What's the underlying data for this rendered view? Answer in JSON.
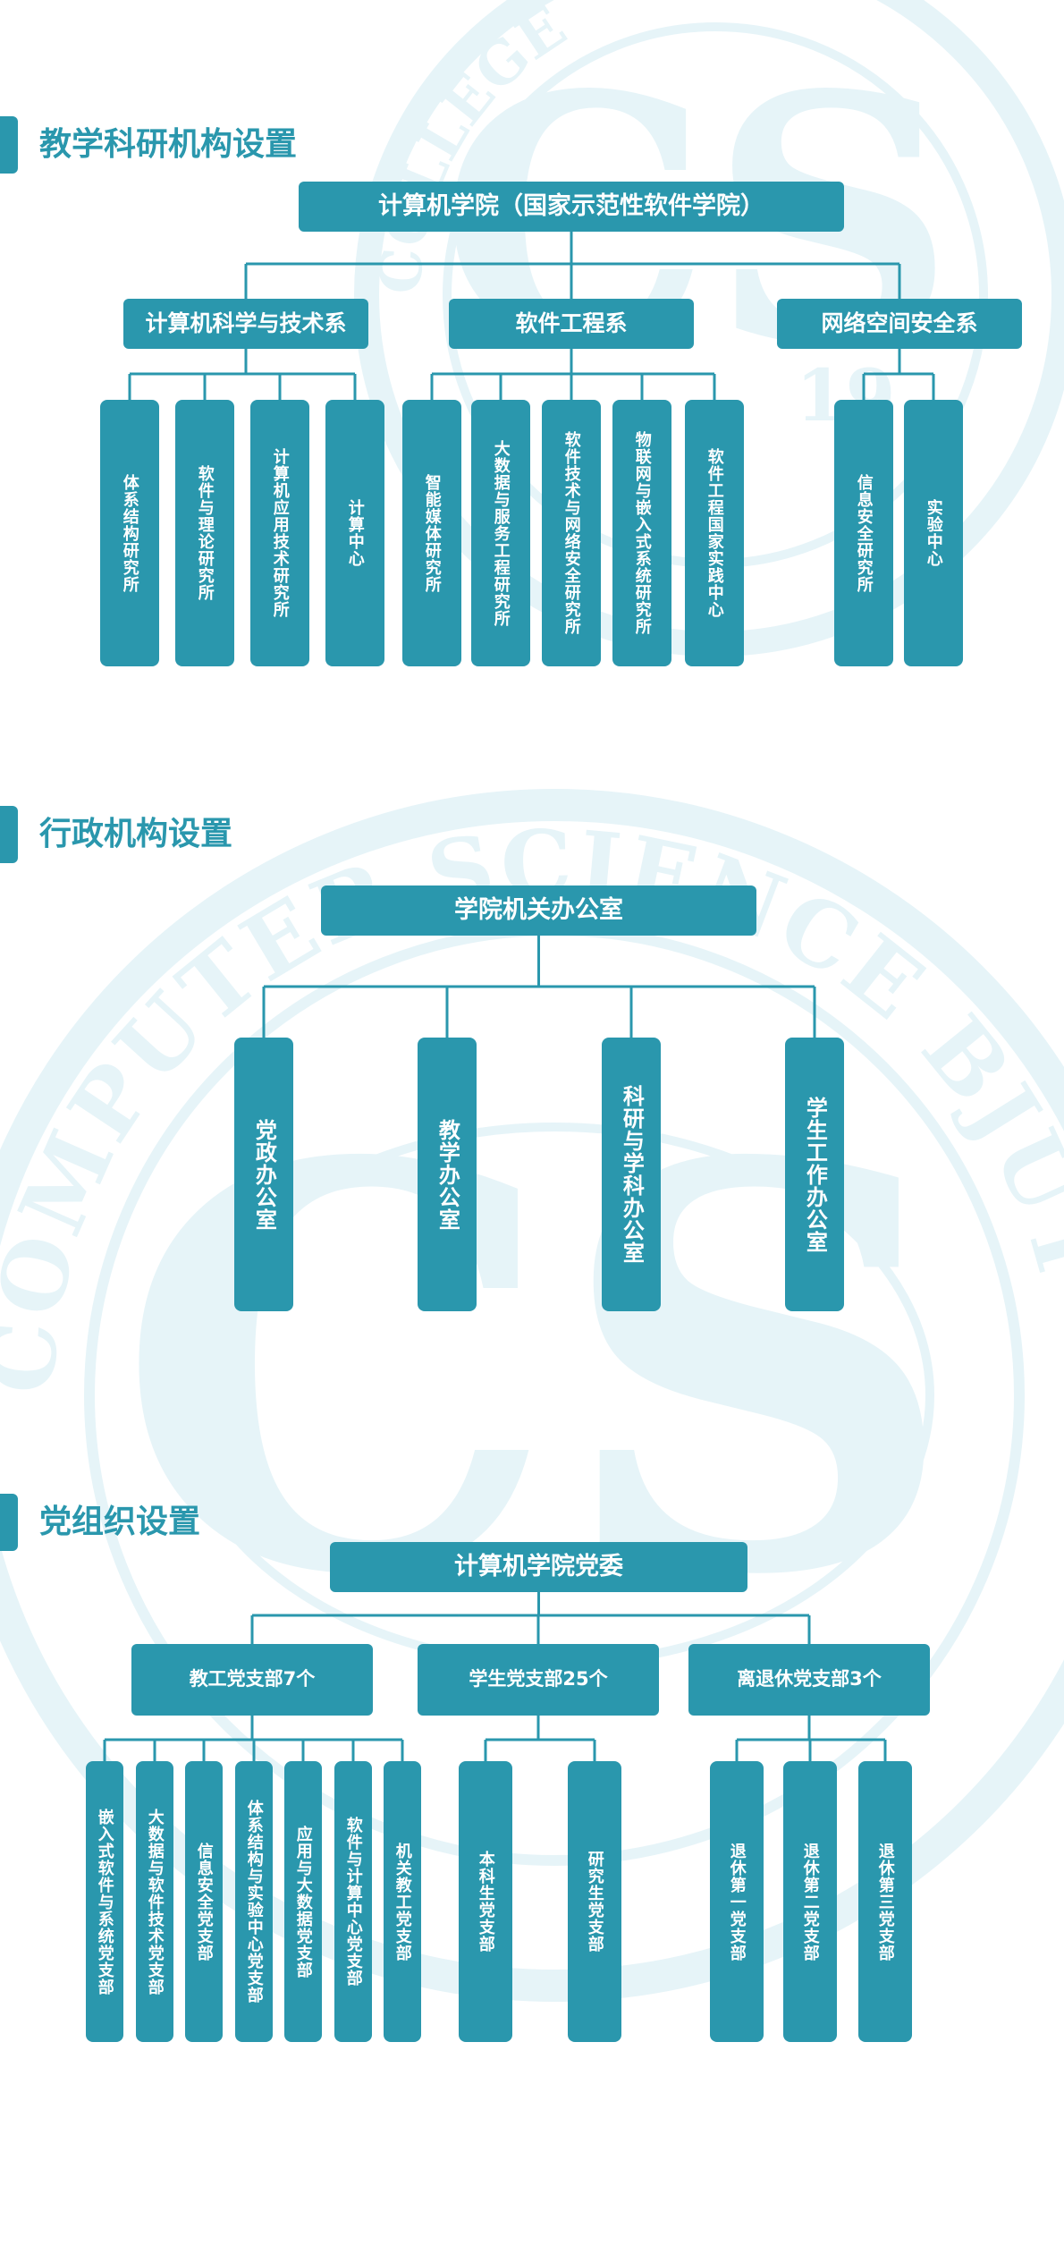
{
  "sections": {
    "teaching": {
      "title": "教学科研机构设置",
      "root": "计算机学院（国家示范性软件学院）",
      "departments": [
        {
          "name": "计算机科学与技术系",
          "units": [
            "体系结构研究所",
            "软件与理论研究所",
            "计算机应用技术研究所",
            "计算中心"
          ]
        },
        {
          "name": "软件工程系",
          "units": [
            "智能媒体研究所",
            "大数据与服务工程研究所",
            "软件技术与网络安全研究所",
            "物联网与嵌入式系统研究所",
            "软件工程国家实践中心"
          ]
        },
        {
          "name": "网络空间安全系",
          "units": [
            "信息安全研究所",
            "实验中心"
          ]
        }
      ]
    },
    "admin": {
      "title": "行政机构设置",
      "root": "学院机关办公室",
      "units": [
        "党政办公室",
        "教学办公室",
        "科研与学科办公室",
        "学生工作办公室"
      ]
    },
    "party": {
      "title": "党组织设置",
      "root": "计算机学院党委",
      "branches": [
        {
          "name": "教工党支部7个",
          "units": [
            "嵌入式软件与系统党支部",
            "大数据与软件技术党支部",
            "信息安全党支部",
            "体系结构与实验中心党支部",
            "应用与大数据党支部",
            "软件与计算中心党支部",
            "机关教工党支部"
          ]
        },
        {
          "name": "学生党支部25个",
          "units": [
            "本科生党支部",
            "研究生党支部"
          ]
        },
        {
          "name": "离退休党支部3个",
          "units": [
            "退休第一党支部",
            "退休第二党支部",
            "退休第三党支部"
          ]
        }
      ]
    }
  },
  "watermark": {
    "top_emblem_text": "COLLEGE",
    "big_emblem_text": "COMPUTER SCIENCE BJUT",
    "emblem_letters": "CS",
    "year": "19"
  },
  "colors": {
    "primary": "#2a97ad",
    "text_on_primary": "#ffffff",
    "watermark": "#e6f4f8"
  }
}
